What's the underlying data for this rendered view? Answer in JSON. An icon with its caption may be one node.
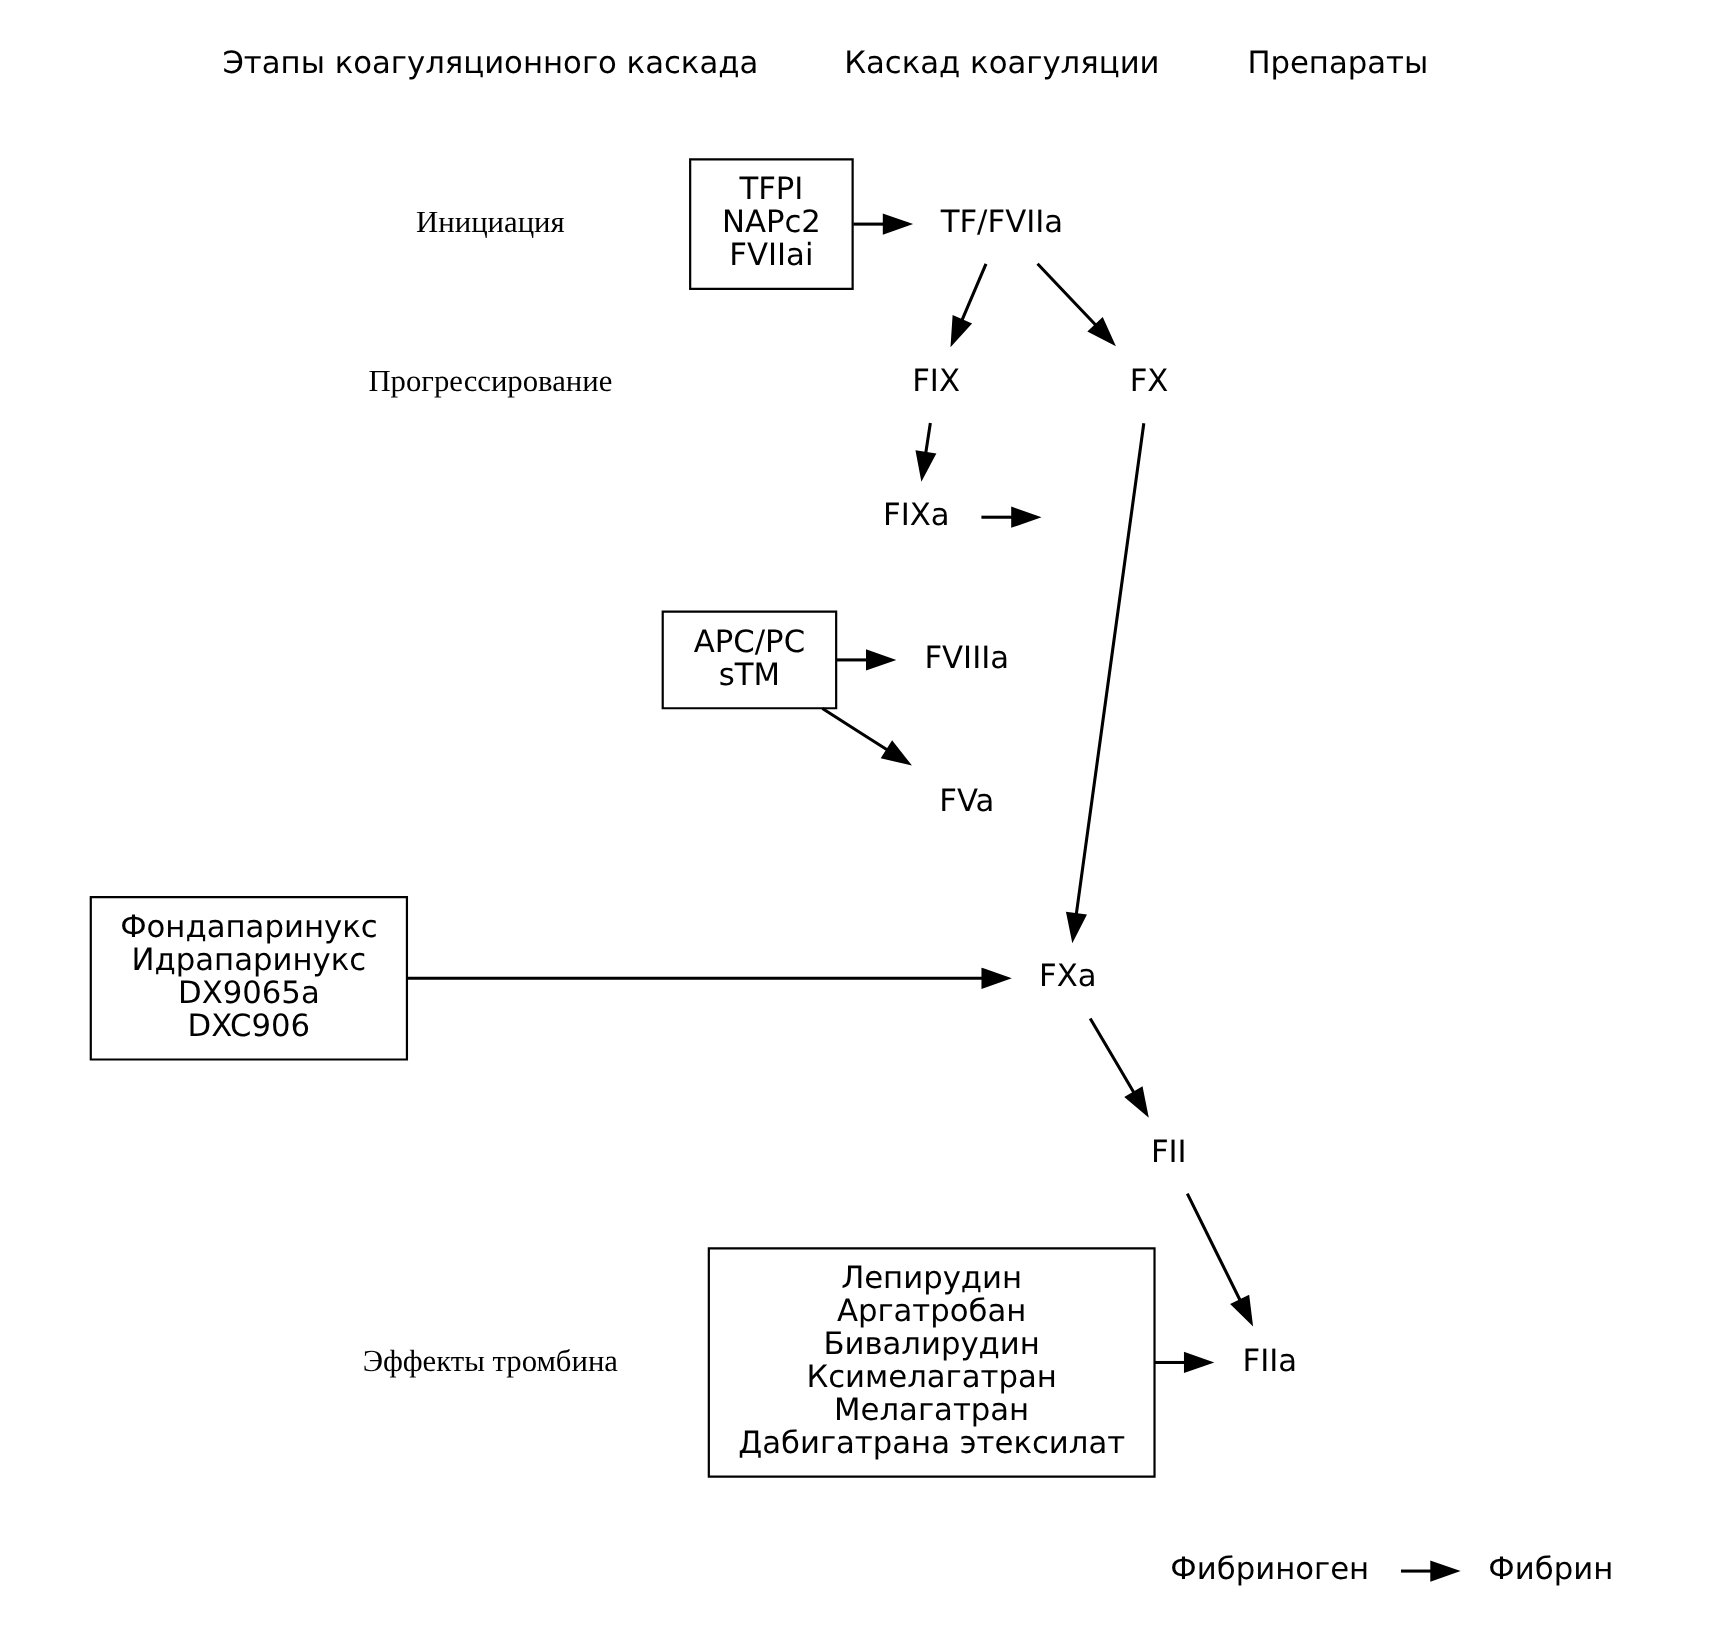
{
  "diagram": {
    "nodes": [
      {
        "text": [
          "TF/FVIIa"
        ]
      },
      {
        "text": [
          "TFPI",
          "NAPc2",
          "FVIIai"
        ]
      },
      {
        "text": [
          "FX"
        ]
      },
      {
        "text": [
          "FIX"
        ]
      },
      {
        "text": [
          "FIXa"
        ]
      },
      {
        "text": [
          "FVIIIa"
        ]
      },
      {
        "text": [
          "FVa"
        ]
      },
      {
        "text": [
          "FXa"
        ]
      },
      {
        "text": [
          "FII"
        ]
      },
      {
        "text": [
          "FIIa"
        ]
      },
      {
        "text": [
          "Фибриноген"
        ]
      },
      {
        "text": [
          "Фибрин"
        ]
      },
      {
        "text": [
          "APC/PC",
          "sTM"
        ]
      },
      {
        "text": [
          "Фондапаринукс",
          "Идрапаринукс",
          "DX9065a",
          "DXC906"
        ]
      },
      {
        "text": [
          "Лепирудин",
          "Аргатробан",
          "Бивалирудин",
          "Ксимелагатран",
          "Мелагатран",
          "Дабигатрана этексилат"
        ]
      }
    ],
    "edges": [
      {
        "from": 1,
        "to": 0,
        "arrow": "to"
      },
      {
        "from": 0,
        "to": 2,
        "arrow": "to"
      },
      {
        "from": 0,
        "to": 3,
        "arrow": "to"
      },
      {
        "from": 3,
        "to": 4,
        "arrow": "to"
      },
      {
        "from": 4,
        "to": null,
        "arrow": "to"
      },
      {
        "from": 12,
        "to": 5,
        "arrow": "to"
      },
      {
        "from": 12,
        "to": 6,
        "arrow": "to"
      },
      {
        "from": 2,
        "to": 7,
        "arrow": "to"
      },
      {
        "from": 13,
        "to": 7,
        "arrow": "to"
      },
      {
        "from": 7,
        "to": 8,
        "arrow": "to"
      },
      {
        "from": 8,
        "to": 9,
        "arrow": "to"
      },
      {
        "from": 14,
        "to": 9,
        "arrow": "to"
      },
      {
        "from": 10,
        "to": 11,
        "arrow": "to"
      }
    ],
    "labels": [
      "Этапы коагуляционного каскада",
      "Каскад коагуляции",
      "Препараты",
      "Инициация",
      "Прогрессирование",
      "Эффекты тромбина"
    ]
  }
}
